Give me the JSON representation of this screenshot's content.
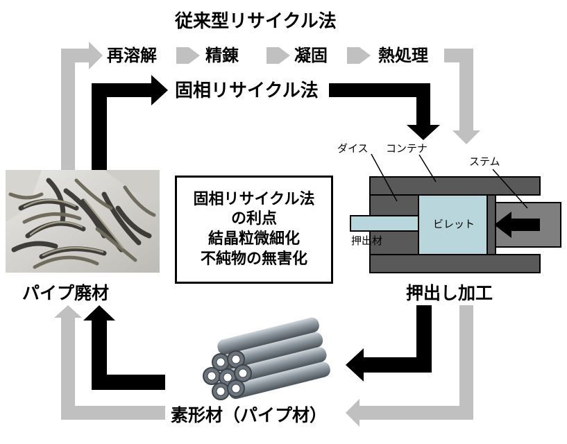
{
  "conventional": {
    "title": "従来型リサイクル法",
    "steps": [
      "再溶解",
      "精錬",
      "凝固",
      "熱処理"
    ]
  },
  "solid_state": {
    "title": "固相リサイクル法"
  },
  "advantages": {
    "lines": [
      "固相リサイクル法",
      "の利点",
      "結晶粒微細化",
      "不純物の無害化"
    ]
  },
  "scrap": {
    "label": "パイプ廃材"
  },
  "extrusion": {
    "label": "押出し加工",
    "die": "ダイス",
    "container": "コンテナ",
    "stem": "ステム",
    "billet": "ビレット",
    "extrudate": "押出材"
  },
  "product": {
    "label": "素形材（パイプ材）"
  },
  "colors": {
    "black_arrow": "#000000",
    "gray_arrow": "#c0c0c0",
    "billet": "#b9d6dc",
    "container": "#595959",
    "stem": "#7f7f7f"
  }
}
